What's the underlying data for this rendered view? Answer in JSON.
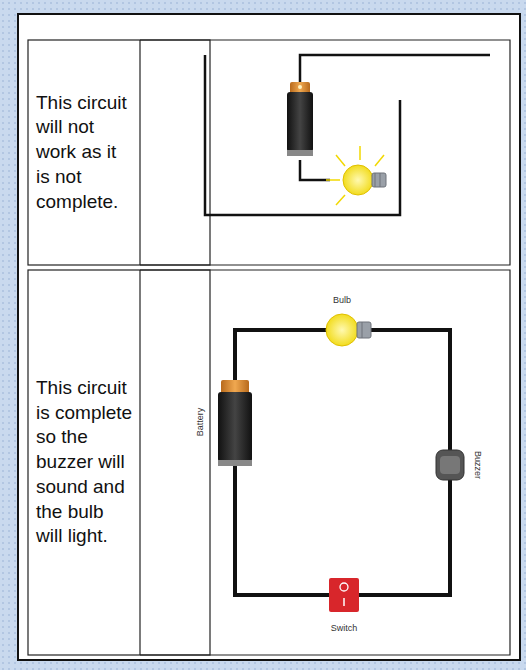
{
  "diagram": {
    "nodes": [
      {
        "text": [
          "This circuit will not work as it is not complete."
        ]
      },
      {
        "text": [
          "This circuit is complete so the buzzer will sound and the bulb will light."
        ]
      }
    ],
    "labels": [
      "Bulb",
      "Battery",
      "Switch",
      "Buzzer"
    ]
  }
}
